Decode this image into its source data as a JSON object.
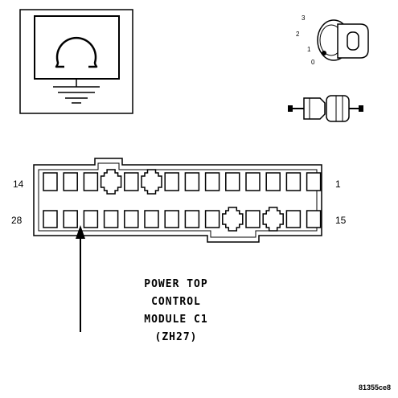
{
  "connector": {
    "pin_top_left": "14",
    "pin_top_right": "1",
    "pin_bottom_left": "28",
    "pin_bottom_right": "15"
  },
  "module_label": {
    "lines": [
      "POWER TOP",
      "CONTROL",
      "MODULE C1",
      "(ZH27)"
    ]
  },
  "ignition_positions": [
    "3",
    "2",
    "1",
    "0"
  ],
  "figure_id": "81355ce8"
}
